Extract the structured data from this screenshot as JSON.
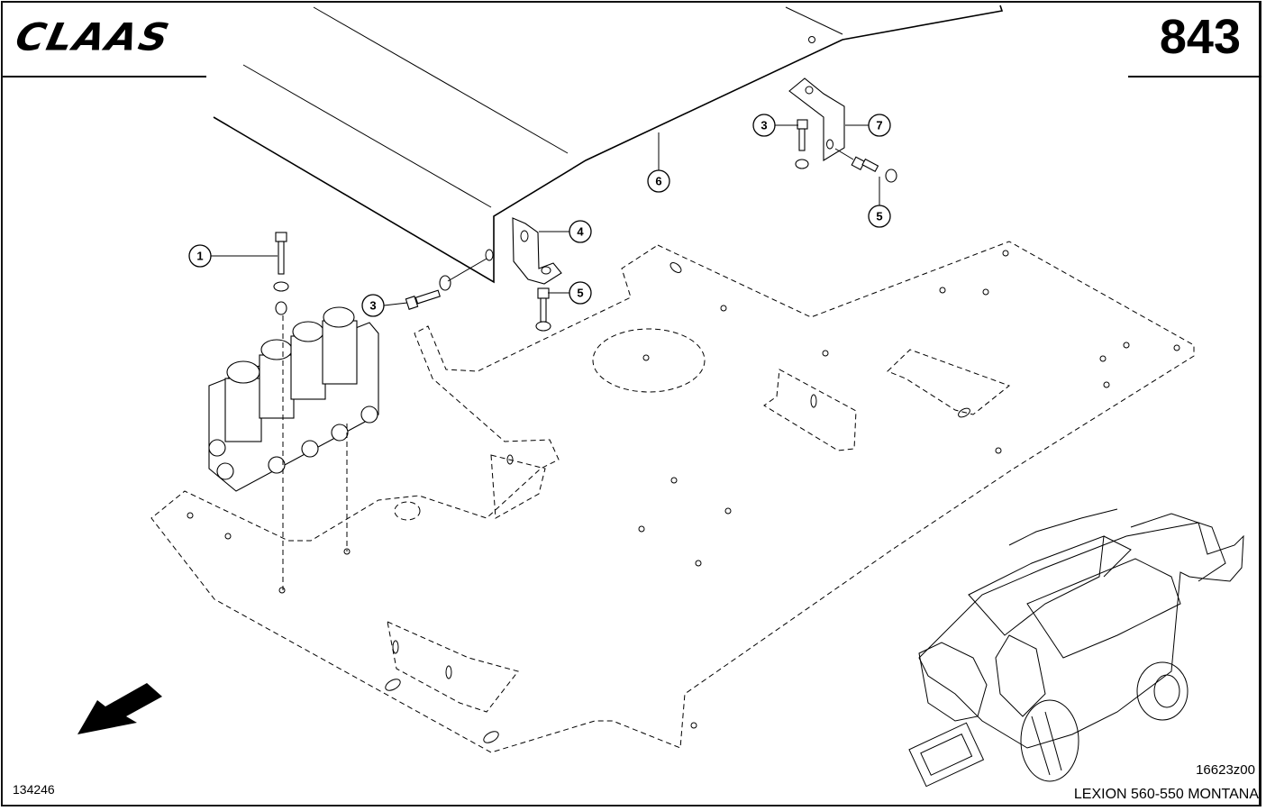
{
  "header": {
    "brand": "CLAAS",
    "page_number": "843"
  },
  "footer": {
    "drawing_id": "134246",
    "figure_code": "16623z00",
    "model": "LEXION 560-550 MONTANA"
  },
  "callouts": [
    {
      "id": "callout-1",
      "label": "1"
    },
    {
      "id": "callout-3a",
      "label": "3"
    },
    {
      "id": "callout-3b",
      "label": "3"
    },
    {
      "id": "callout-4",
      "label": "4"
    },
    {
      "id": "callout-5a",
      "label": "5"
    },
    {
      "id": "callout-5b",
      "label": "5"
    },
    {
      "id": "callout-6",
      "label": "6"
    },
    {
      "id": "callout-7",
      "label": "7"
    }
  ],
  "icons": {
    "direction_arrow": "arrow-down-left-icon",
    "machine_illustration": "combine-harvester-icon"
  },
  "colors": {
    "ink": "#000000",
    "paper": "#ffffff"
  }
}
